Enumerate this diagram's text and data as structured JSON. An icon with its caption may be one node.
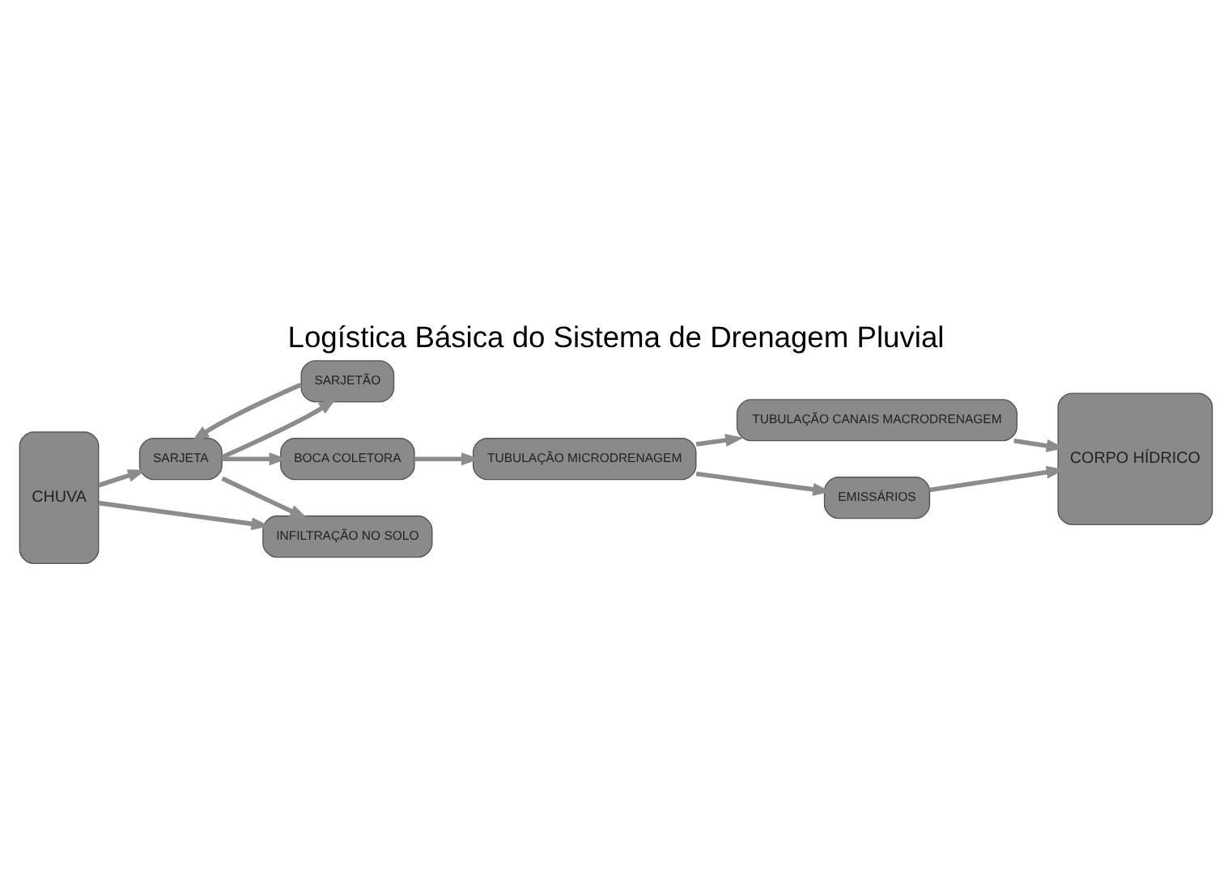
{
  "diagram": {
    "title": "Logística Básica do Sistema de Drenagem Pluvial",
    "nodes": [
      {
        "text": [
          "CHUVA"
        ]
      },
      {
        "text": [
          "SARJETÃO"
        ]
      },
      {
        "text": [
          "SARJETA"
        ]
      },
      {
        "text": [
          "INFILTRAÇÃO NO SOLO"
        ]
      },
      {
        "text": [
          "BOCA COLETORA"
        ]
      },
      {
        "text": [
          "TUBULAÇÃO CANAIS MACRODRENAGEM"
        ]
      },
      {
        "text": [
          "TUBULAÇÃO MICRODRENAGEM"
        ]
      },
      {
        "text": [
          "EMISSÁRIOS"
        ]
      },
      {
        "text": [
          "CORPO HÍDRICO"
        ]
      }
    ],
    "edges": [
      {
        "from": 0,
        "to": 2,
        "arrow": "to"
      },
      {
        "from": 0,
        "to": 3,
        "arrow": "to"
      },
      {
        "from": 1,
        "to": 2,
        "arrow": "to"
      },
      {
        "from": 2,
        "to": 1,
        "arrow": "to"
      },
      {
        "from": 2,
        "to": 3,
        "arrow": "to"
      },
      {
        "from": 2,
        "to": 4,
        "arrow": "to"
      },
      {
        "from": 4,
        "to": 6,
        "arrow": "to"
      },
      {
        "from": 6,
        "to": 5,
        "arrow": "to"
      },
      {
        "from": 6,
        "to": 7,
        "arrow": "to"
      },
      {
        "from": 7,
        "to": 8,
        "arrow": "to"
      },
      {
        "from": 5,
        "to": 8,
        "arrow": "to"
      }
    ]
  }
}
